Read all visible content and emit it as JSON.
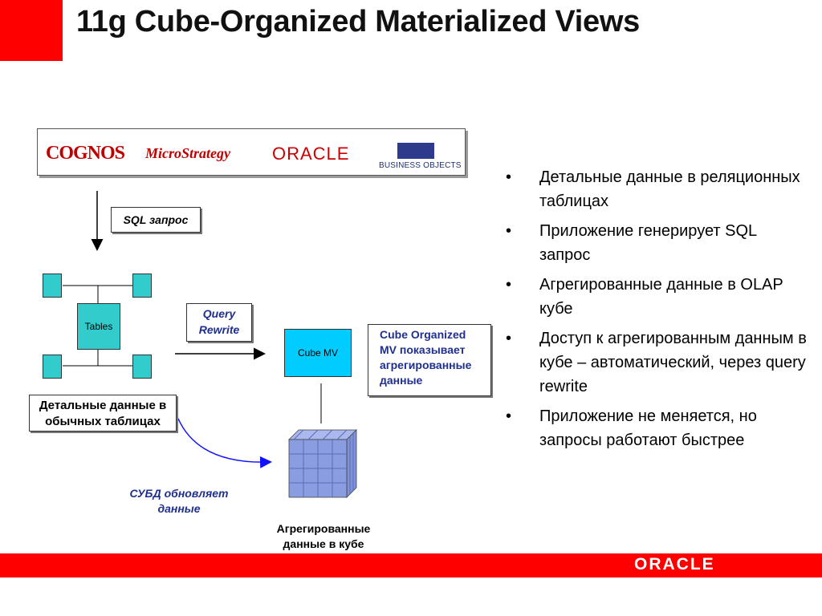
{
  "slide": {
    "title": "11g Cube-Organized Materialized Views",
    "accent_color": "#ff0000",
    "logos": [
      "COGNOS",
      "MicroStrategy",
      "ORACLE",
      "BUSINESS OBJECTS"
    ],
    "sql_label": "SQL запрос",
    "tables_label": "Tables",
    "query_rewrite": [
      "Query",
      "Rewrite"
    ],
    "cube_mv_label": "Cube MV",
    "cube_organized_desc": [
      "Cube Organized",
      "MV показывает",
      "агрегированные",
      "данные"
    ],
    "detail_label": [
      "Детальные данные в",
      "обычных таблицах"
    ],
    "dbms_update": [
      "СУБД обновляет",
      "данные"
    ],
    "aggregated_label": [
      "Агрегированные",
      "данные в кубе"
    ],
    "bullets": [
      "Детальные данные в реляционных таблицах",
      "Приложение генерирует SQL запрос",
      "Агрегированные данные в OLAP кубе",
      "Доступ к агрегированным данным в кубе – автоматический, через query rewrite",
      "Приложение не меняется, но запросы работают быстрее"
    ],
    "footer_logo": "ORACLE"
  }
}
